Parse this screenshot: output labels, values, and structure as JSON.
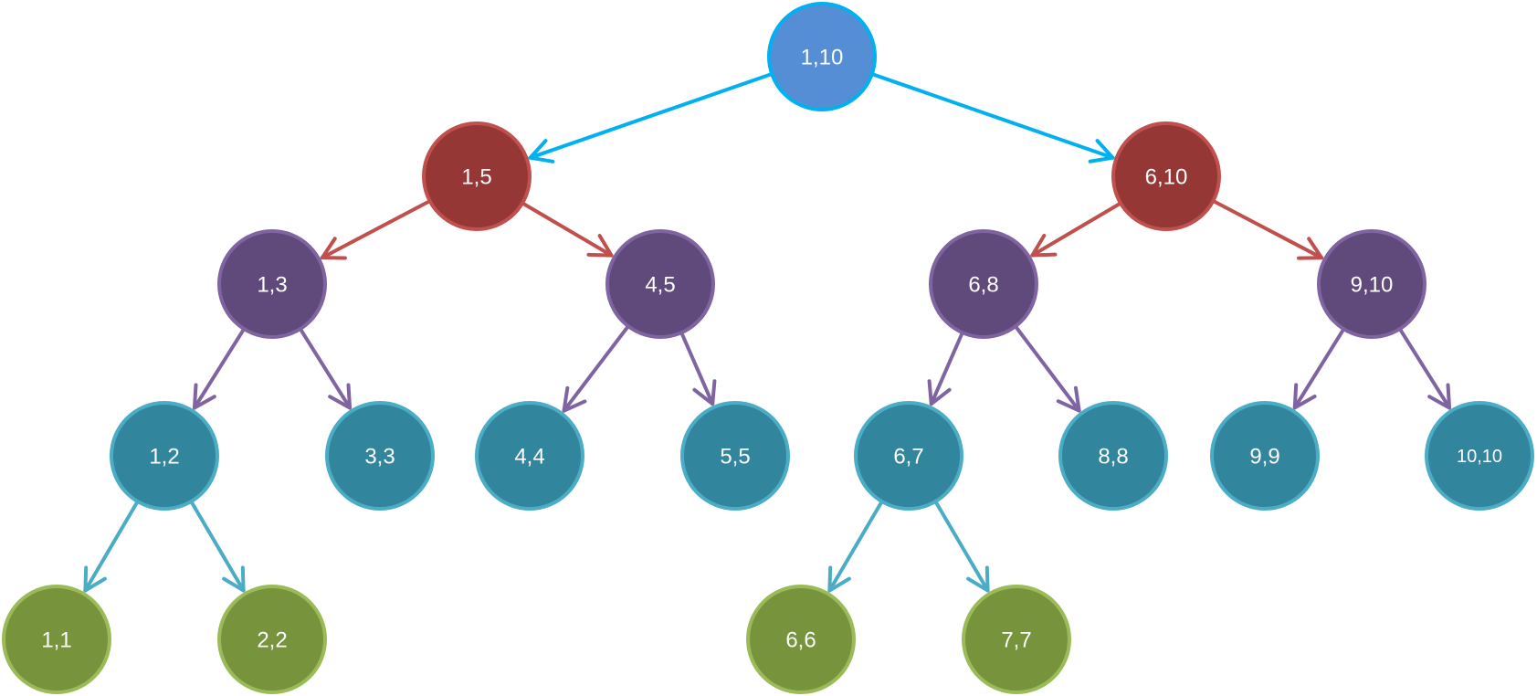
{
  "tree": {
    "levels": [
      {
        "depth": 0,
        "fill": "#558ED5",
        "stroke": "#00B0F0"
      },
      {
        "depth": 1,
        "fill": "#953735",
        "stroke": "#C0504D"
      },
      {
        "depth": 2,
        "fill": "#604A7B",
        "stroke": "#8064A2"
      },
      {
        "depth": 3,
        "fill": "#31859C",
        "stroke": "#4BACC6"
      },
      {
        "depth": 4,
        "fill": "#77933C",
        "stroke": "#9BBB59"
      }
    ],
    "nodes": [
      {
        "id": "n1_10",
        "label": "1,10",
        "depth": 0
      },
      {
        "id": "n1_5",
        "label": "1,5",
        "depth": 1,
        "parent": "n1_10"
      },
      {
        "id": "n6_10",
        "label": "6,10",
        "depth": 1,
        "parent": "n1_10"
      },
      {
        "id": "n1_3",
        "label": "1,3",
        "depth": 2,
        "parent": "n1_5"
      },
      {
        "id": "n4_5",
        "label": "4,5",
        "depth": 2,
        "parent": "n1_5"
      },
      {
        "id": "n6_8",
        "label": "6,8",
        "depth": 2,
        "parent": "n6_10"
      },
      {
        "id": "n9_10",
        "label": "9,10",
        "depth": 2,
        "parent": "n6_10"
      },
      {
        "id": "n1_2",
        "label": "1,2",
        "depth": 3,
        "parent": "n1_3"
      },
      {
        "id": "n3_3",
        "label": "3,3",
        "depth": 3,
        "parent": "n1_3"
      },
      {
        "id": "n4_4",
        "label": "4,4",
        "depth": 3,
        "parent": "n4_5"
      },
      {
        "id": "n5_5",
        "label": "5,5",
        "depth": 3,
        "parent": "n4_5"
      },
      {
        "id": "n6_7",
        "label": "6,7",
        "depth": 3,
        "parent": "n6_8"
      },
      {
        "id": "n8_8",
        "label": "8,8",
        "depth": 3,
        "parent": "n6_8"
      },
      {
        "id": "n9_9",
        "label": "9,9",
        "depth": 3,
        "parent": "n9_10"
      },
      {
        "id": "n10_10",
        "label": "10,10",
        "depth": 3,
        "parent": "n9_10"
      },
      {
        "id": "n1_1",
        "label": "1,1",
        "depth": 4,
        "parent": "n1_2"
      },
      {
        "id": "n2_2",
        "label": "2,2",
        "depth": 4,
        "parent": "n1_2"
      },
      {
        "id": "n6_6",
        "label": "6,6",
        "depth": 4,
        "parent": "n6_7"
      },
      {
        "id": "n7_7",
        "label": "7,7",
        "depth": 4,
        "parent": "n6_7"
      }
    ]
  }
}
